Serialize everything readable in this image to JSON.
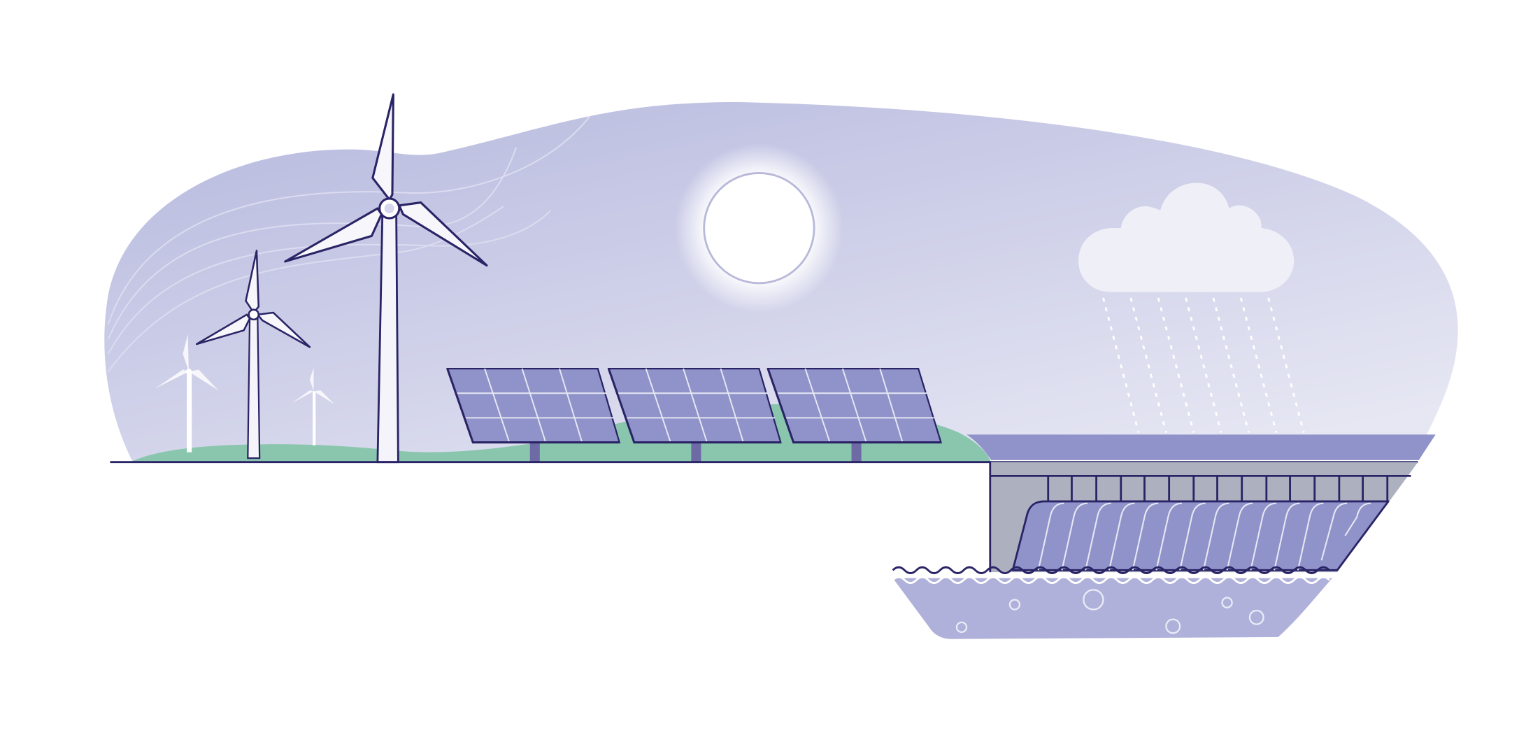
{
  "illustration": {
    "elements": {
      "wind_turbines": 5,
      "solar_panels": 3,
      "sun": 1,
      "rain_cloud": 1,
      "hydro_dam": 1
    },
    "colors": {
      "sky_top": "#b9bbdf",
      "sky_bottom": "#e4e5f2",
      "hill": "#8ac6ad",
      "panel": "#8f93c9",
      "outline": "#2a2466",
      "cloud": "#eff0f7",
      "water": "#b0b1db",
      "concrete": "#adb0bf"
    },
    "icons": {
      "sun": "sun-icon",
      "cloud": "cloud-icon",
      "turbine": "wind-turbine-icon",
      "panel": "solar-panel-icon"
    }
  }
}
